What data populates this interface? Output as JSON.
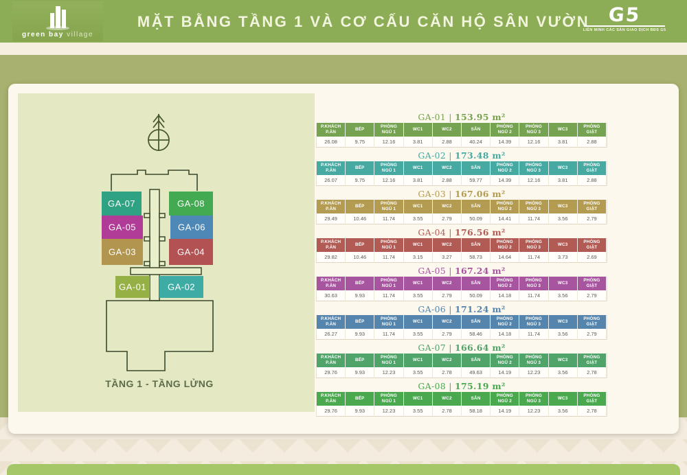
{
  "header": {
    "logo_title": "green bay",
    "logo_subtitle": "village",
    "title": "MẶT BẰNG TẦNG 1 VÀ CƠ CẤU CĂN HỘ SÂN VƯỜN",
    "partner": {
      "name": "G5",
      "tagline": "LIÊN MINH CÁC SÀN GIAO DỊCH BĐS G5"
    },
    "colors": {
      "bar": "#8dac56",
      "text": "#f2f4df"
    }
  },
  "plan": {
    "caption": "TẦNG 1 - TẦNG LỬNG",
    "compass_icon": "north-arrow",
    "background": "#e4e9c4",
    "outline_color": "#39482b",
    "units": [
      {
        "id": "GA-07",
        "color": "#2fa284"
      },
      {
        "id": "GA-05",
        "color": "#b13c97"
      },
      {
        "id": "GA-03",
        "color": "#b2954f"
      },
      {
        "id": "GA-08",
        "color": "#44aa52"
      },
      {
        "id": "GA-06",
        "color": "#4e88b7"
      },
      {
        "id": "GA-04",
        "color": "#b35252"
      },
      {
        "id": "GA-01",
        "color": "#95b044"
      },
      {
        "id": "GA-02",
        "color": "#3eaca4"
      }
    ]
  },
  "tables": {
    "columns": [
      "P.KHÁCH\nP.ĂN",
      "BẾP",
      "PHÒNG NGỦ 1",
      "WC1",
      "WC2",
      "SÂN",
      "PHÒNG NGỦ 2",
      "PHÒNG NGỦ 3",
      "WC3",
      "PHÒNG GIẶT"
    ],
    "area_unit": "m²",
    "apartments": [
      {
        "id": "GA-01",
        "area": "153.95",
        "color": "#76a351",
        "values": [
          "26.08",
          "9.75",
          "12.16",
          "3.81",
          "2.88",
          "40.24",
          "14.39",
          "12.16",
          "3.81",
          "2.88"
        ]
      },
      {
        "id": "GA-02",
        "area": "173.48",
        "color": "#46aaa2",
        "values": [
          "26.07",
          "9.75",
          "12.16",
          "3.81",
          "2.88",
          "59.77",
          "14.39",
          "12.16",
          "3.81",
          "2.88"
        ]
      },
      {
        "id": "GA-03",
        "area": "167.06",
        "color": "#b39b51",
        "values": [
          "29.49",
          "10.46",
          "11.74",
          "3.55",
          "2.79",
          "50.09",
          "14.41",
          "11.74",
          "3.56",
          "2.79"
        ]
      },
      {
        "id": "GA-04",
        "area": "176.56",
        "color": "#b25b55",
        "values": [
          "29.82",
          "10.46",
          "11.74",
          "3.15",
          "3.27",
          "58.73",
          "14.64",
          "11.74",
          "3.73",
          "2.69"
        ]
      },
      {
        "id": "GA-05",
        "area": "167.24",
        "color": "#a855a0",
        "values": [
          "30.63",
          "9.93",
          "11.74",
          "3.55",
          "2.79",
          "50.09",
          "14.18",
          "11.74",
          "3.56",
          "2.79"
        ]
      },
      {
        "id": "GA-06",
        "area": "171.24",
        "color": "#5585ad",
        "values": [
          "26.27",
          "9.93",
          "11.74",
          "3.55",
          "2.79",
          "58.46",
          "14.18",
          "11.74",
          "3.56",
          "2.79"
        ]
      },
      {
        "id": "GA-07",
        "area": "166.64",
        "color": "#50a369",
        "values": [
          "29.76",
          "9.93",
          "12.23",
          "3.55",
          "2.78",
          "49.63",
          "14.19",
          "12.23",
          "3.56",
          "2.78"
        ]
      },
      {
        "id": "GA-08",
        "area": "175.19",
        "color": "#4aa94f",
        "values": [
          "29.76",
          "9.93",
          "12.23",
          "3.55",
          "2.78",
          "58.18",
          "14.19",
          "12.23",
          "3.56",
          "2.78"
        ]
      }
    ]
  }
}
